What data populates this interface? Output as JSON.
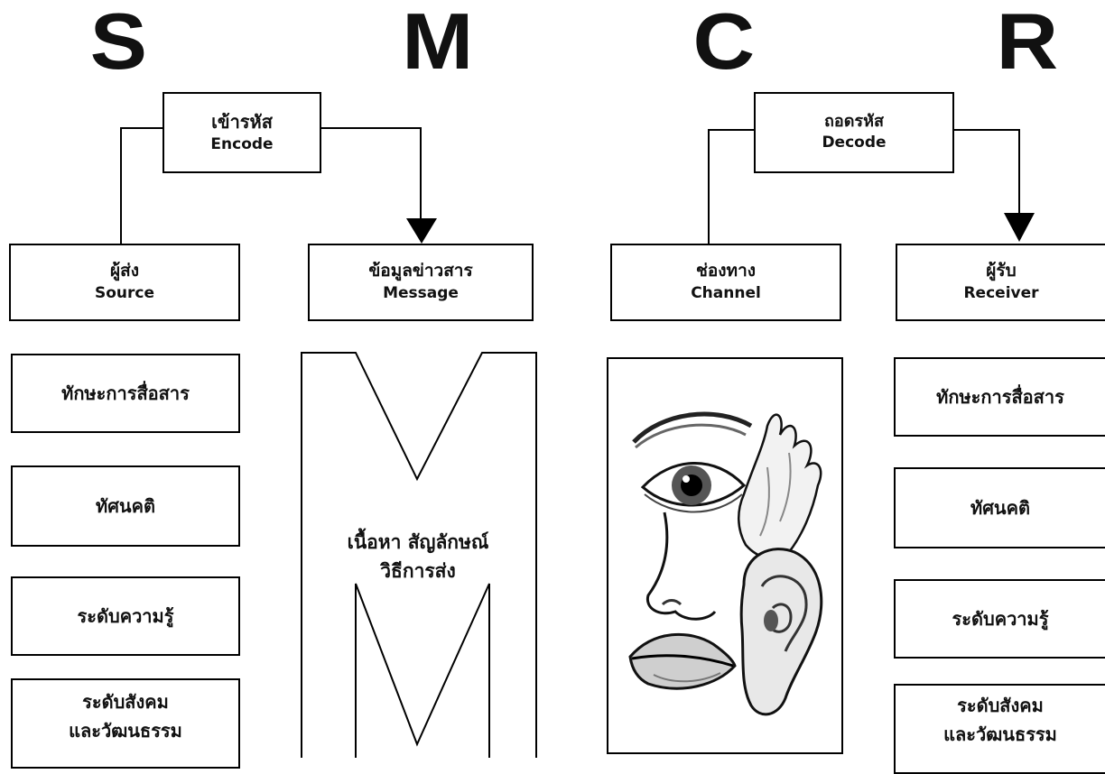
{
  "letters": {
    "s": "S",
    "m": "M",
    "c": "C",
    "r": "R"
  },
  "encode": {
    "th": "เข้ารหัส",
    "en": "Encode"
  },
  "decode": {
    "th": "ถอดรหัส",
    "en": "Decode"
  },
  "source": {
    "header": {
      "th": "ผู้ส่ง",
      "en": "Source"
    },
    "items": [
      "ทักษะการสื่อสาร",
      "ทัศนคติ",
      "ระดับความรู้",
      "ระดับสังคม",
      "และวัฒนธรรม"
    ]
  },
  "message": {
    "header": {
      "th": "ข้อมูลข่าวสาร",
      "en": "Message"
    },
    "content_line1": "เนื้อหา   สัญลักษณ์",
    "content_line2": "วิธีการส่ง"
  },
  "channel": {
    "header": {
      "th": "ช่องทาง",
      "en": "Channel"
    }
  },
  "receiver": {
    "header": {
      "th": "ผู้รับ",
      "en": "Receiver"
    },
    "items": [
      "ทักษะการสื่อสาร",
      "ทัศนคติ",
      "ระดับความรู้",
      "ระดับสังคม",
      "และวัฒนธรรม"
    ]
  },
  "colors": {
    "line": "#000000",
    "background": "#ffffff",
    "skin_shade": "#9a9a9a"
  }
}
